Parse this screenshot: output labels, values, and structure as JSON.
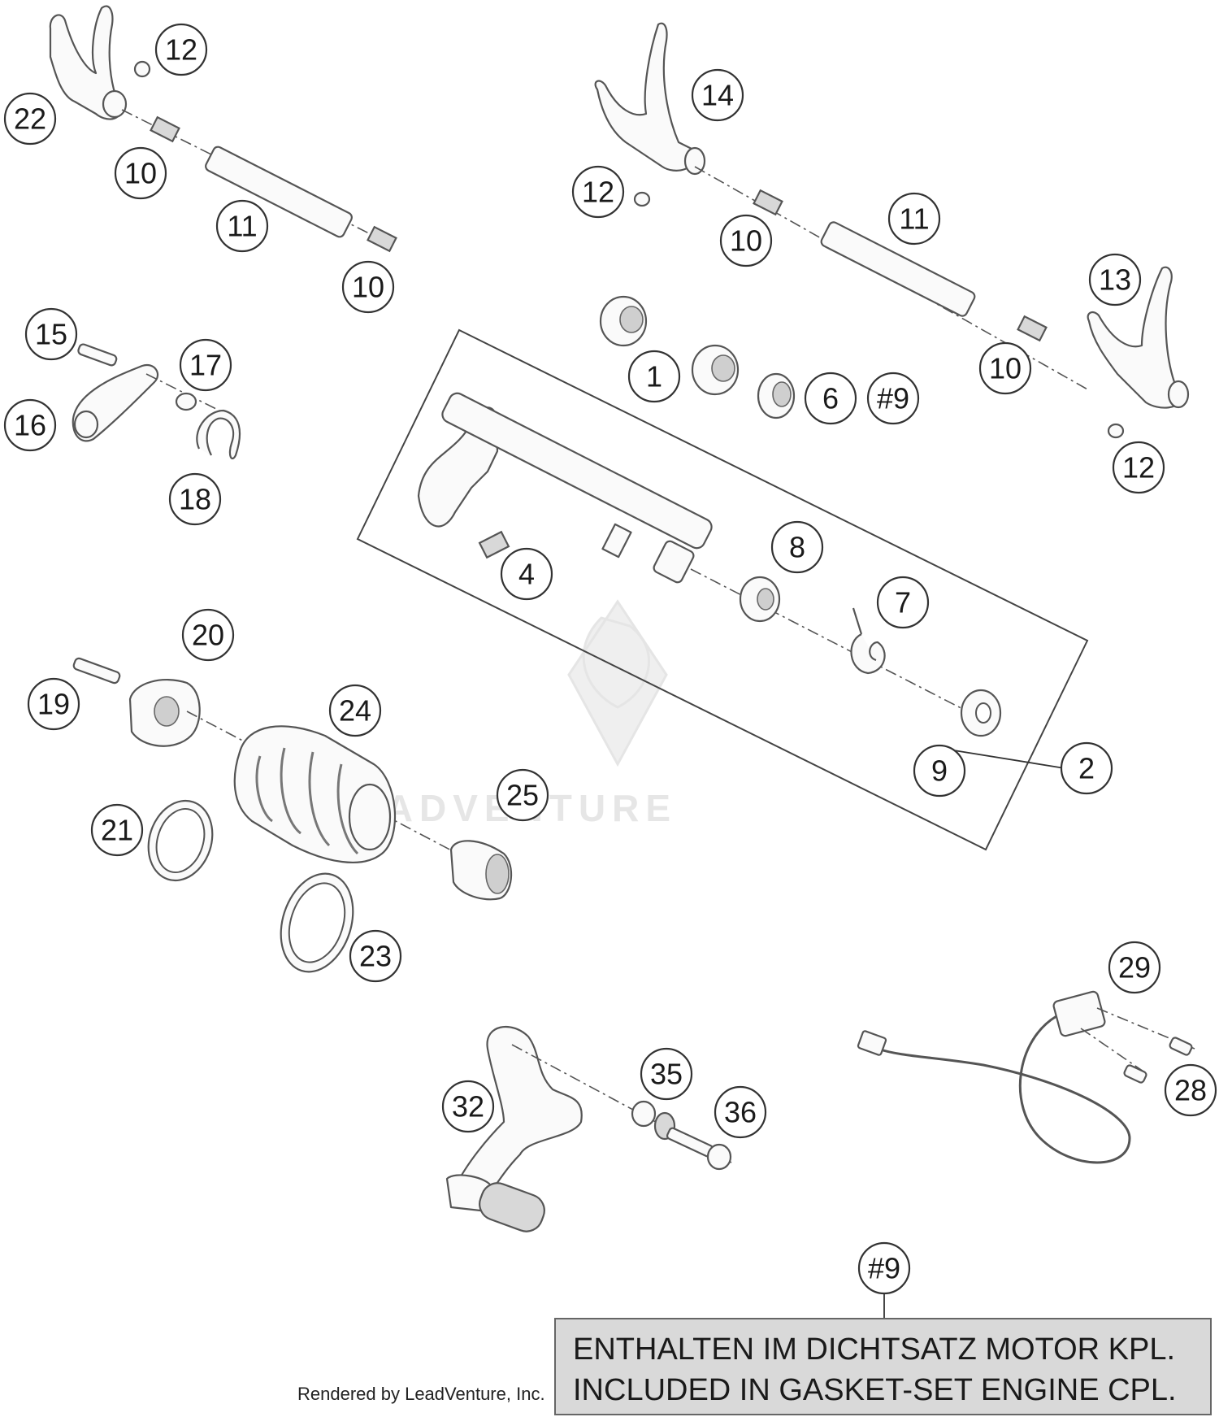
{
  "watermark": "LEADVENTURE",
  "credit": "Rendered by LeadVenture, Inc.",
  "note": {
    "ref_label": "#9",
    "line1": "ENTHALTEN IM DICHTSATZ MOTOR KPL.",
    "line2": "INCLUDED IN GASKET-SET ENGINE CPL."
  },
  "callouts": [
    {
      "id": "c-12a",
      "label": "12"
    },
    {
      "id": "c-22",
      "label": "22"
    },
    {
      "id": "c-10a",
      "label": "10"
    },
    {
      "id": "c-11a",
      "label": "11"
    },
    {
      "id": "c-10b",
      "label": "10"
    },
    {
      "id": "c-14",
      "label": "14"
    },
    {
      "id": "c-12b",
      "label": "12"
    },
    {
      "id": "c-10c",
      "label": "10"
    },
    {
      "id": "c-11b",
      "label": "11"
    },
    {
      "id": "c-13",
      "label": "13"
    },
    {
      "id": "c-10d",
      "label": "10"
    },
    {
      "id": "c-12c",
      "label": "12"
    },
    {
      "id": "c-1",
      "label": "1"
    },
    {
      "id": "c-6",
      "label": "6"
    },
    {
      "id": "c-9ref",
      "label": "#9"
    },
    {
      "id": "c-15",
      "label": "15"
    },
    {
      "id": "c-17",
      "label": "17"
    },
    {
      "id": "c-16",
      "label": "16"
    },
    {
      "id": "c-18",
      "label": "18"
    },
    {
      "id": "c-4",
      "label": "4"
    },
    {
      "id": "c-8",
      "label": "8"
    },
    {
      "id": "c-7",
      "label": "7"
    },
    {
      "id": "c-9",
      "label": "9"
    },
    {
      "id": "c-2",
      "label": "2"
    },
    {
      "id": "c-20",
      "label": "20"
    },
    {
      "id": "c-19",
      "label": "19"
    },
    {
      "id": "c-24",
      "label": "24"
    },
    {
      "id": "c-25",
      "label": "25"
    },
    {
      "id": "c-21",
      "label": "21"
    },
    {
      "id": "c-23",
      "label": "23"
    },
    {
      "id": "c-29",
      "label": "29"
    },
    {
      "id": "c-28",
      "label": "28"
    },
    {
      "id": "c-35",
      "label": "35"
    },
    {
      "id": "c-36",
      "label": "36"
    },
    {
      "id": "c-32",
      "label": "32"
    }
  ]
}
